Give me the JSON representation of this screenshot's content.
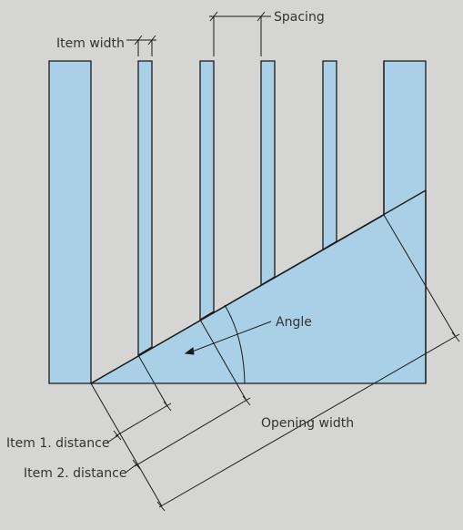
{
  "colors": {
    "background": "#d5d5d3",
    "fill": "#a9d0e6",
    "stroke": "#1a1a1a"
  },
  "labels": {
    "item_width": "Item width",
    "spacing": "Spacing",
    "angle": "Angle",
    "opening_width": "Opening width",
    "item1_distance": "Item 1. distance",
    "item2_distance": "Item 2. distance"
  }
}
